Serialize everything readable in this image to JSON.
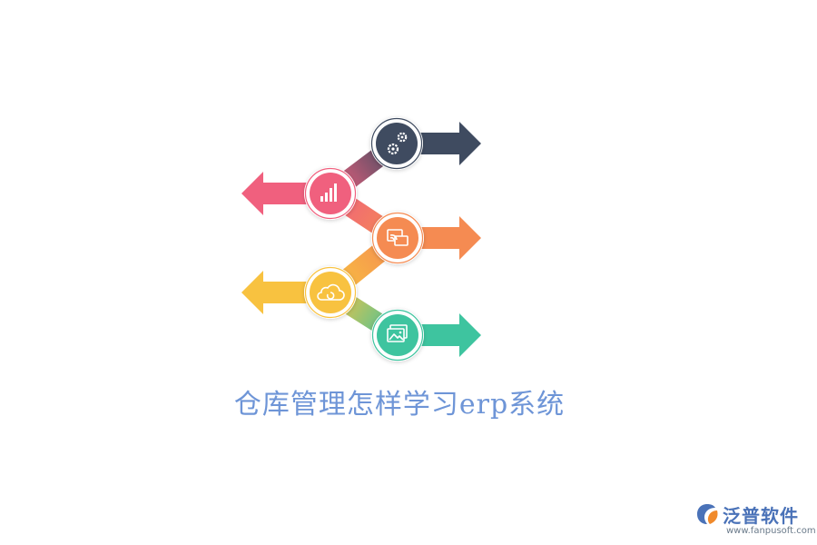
{
  "caption": "仓库管理怎样学习erp系统",
  "brand": {
    "name": "泛普软件",
    "url": "www.fanpusoft.com"
  },
  "steps": [
    {
      "icon": "gears-icon",
      "color": "#3f4b60",
      "direction": "right"
    },
    {
      "icon": "bar-chart-icon",
      "color": "#f0607e",
      "direction": "left"
    },
    {
      "icon": "screen-cast-icon",
      "color": "#f58b52",
      "direction": "right"
    },
    {
      "icon": "cloud-icon",
      "color": "#f8c240",
      "direction": "left"
    },
    {
      "icon": "picture-gallery-icon",
      "color": "#3ec49f",
      "direction": "right"
    }
  ]
}
